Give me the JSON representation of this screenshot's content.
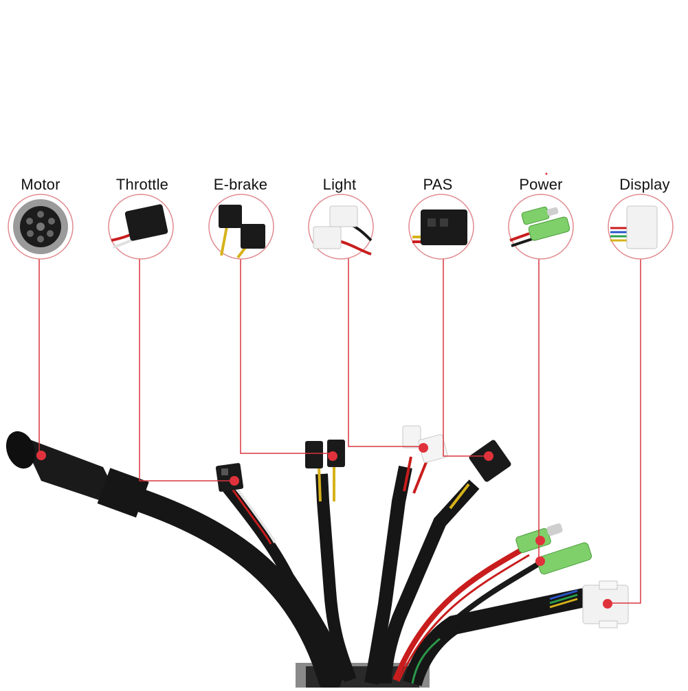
{
  "diagram": {
    "connectors": [
      {
        "id": "motor",
        "label": "Motor"
      },
      {
        "id": "throttle",
        "label": "Throttle"
      },
      {
        "id": "ebrake",
        "label": "E-brake"
      },
      {
        "id": "light",
        "label": "Light"
      },
      {
        "id": "pas",
        "label": "PAS"
      },
      {
        "id": "power",
        "label": "Power"
      },
      {
        "id": "display",
        "label": "Display"
      }
    ],
    "colors": {
      "leader_line": "#d9353f",
      "marker": "#e0323c",
      "circle_border": "#e08a8f",
      "cable": "#151515",
      "wire_red": "#c91d1d",
      "wire_yellow": "#d6b21a",
      "connector_green": "#7fd06a"
    }
  }
}
